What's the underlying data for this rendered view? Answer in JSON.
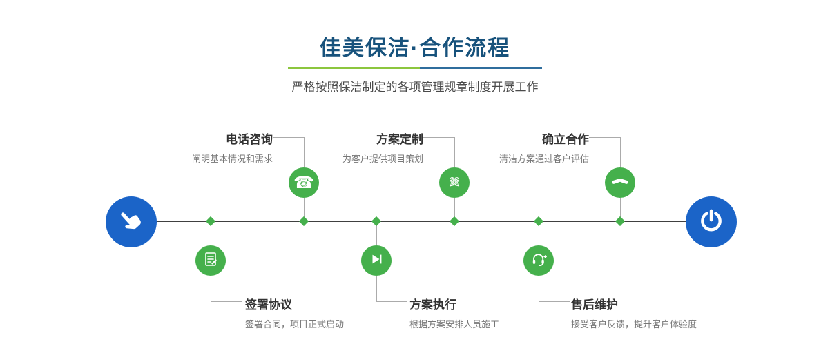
{
  "page": {
    "title": "佳美保洁·合作流程",
    "subtitle": "严格按照保洁制定的各项管理规章制度开展工作"
  },
  "colors": {
    "title_blue": "#17527c",
    "accent_green": "#45b04c",
    "accent_blue": "#1b64c8",
    "divider_green": "#8cc63e",
    "divider_blue": "#2f6d9d",
    "timeline_dark": "#404040",
    "connector_gray": "#ababab"
  },
  "timeline": {
    "start_icon": "hand-pointer-icon",
    "end_icon": "power-icon"
  },
  "steps_top": [
    {
      "title": "电话咨询",
      "desc": "阐明基本情况和需求",
      "icon": "phone-icon"
    },
    {
      "title": "方案定制",
      "desc": "为客户提供项目策划",
      "icon": "crossed-pencils-icon"
    },
    {
      "title": "确立合作",
      "desc": "清洁方案通过客户评估",
      "icon": "handshake-icon"
    }
  ],
  "steps_bottom": [
    {
      "title": "签署协议",
      "desc": "签署合同，项目正式启动",
      "icon": "contract-icon"
    },
    {
      "title": "方案执行",
      "desc": "根据方案安排人员施工",
      "icon": "play-icon"
    },
    {
      "title": "售后维护",
      "desc": "接受客户反馈，提升客户体验度",
      "icon": "headset-icon"
    }
  ]
}
